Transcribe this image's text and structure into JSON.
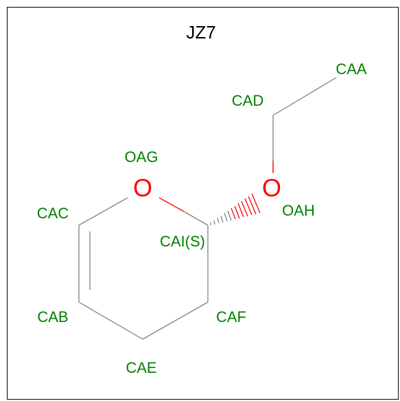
{
  "title": "JZ7",
  "colors": {
    "carbon_label": "#008000",
    "oxygen": "#ff0000",
    "bond": "#808080",
    "title": "#000000"
  },
  "atoms": {
    "caa": "CAA",
    "cad": "CAD",
    "oag": "OAG",
    "oag_symbol": "O",
    "oah": "OAH",
    "oah_symbol": "O",
    "cac": "CAC",
    "cai": "CAI(S)",
    "cab": "CAB",
    "caf": "CAF",
    "cae": "CAE"
  }
}
